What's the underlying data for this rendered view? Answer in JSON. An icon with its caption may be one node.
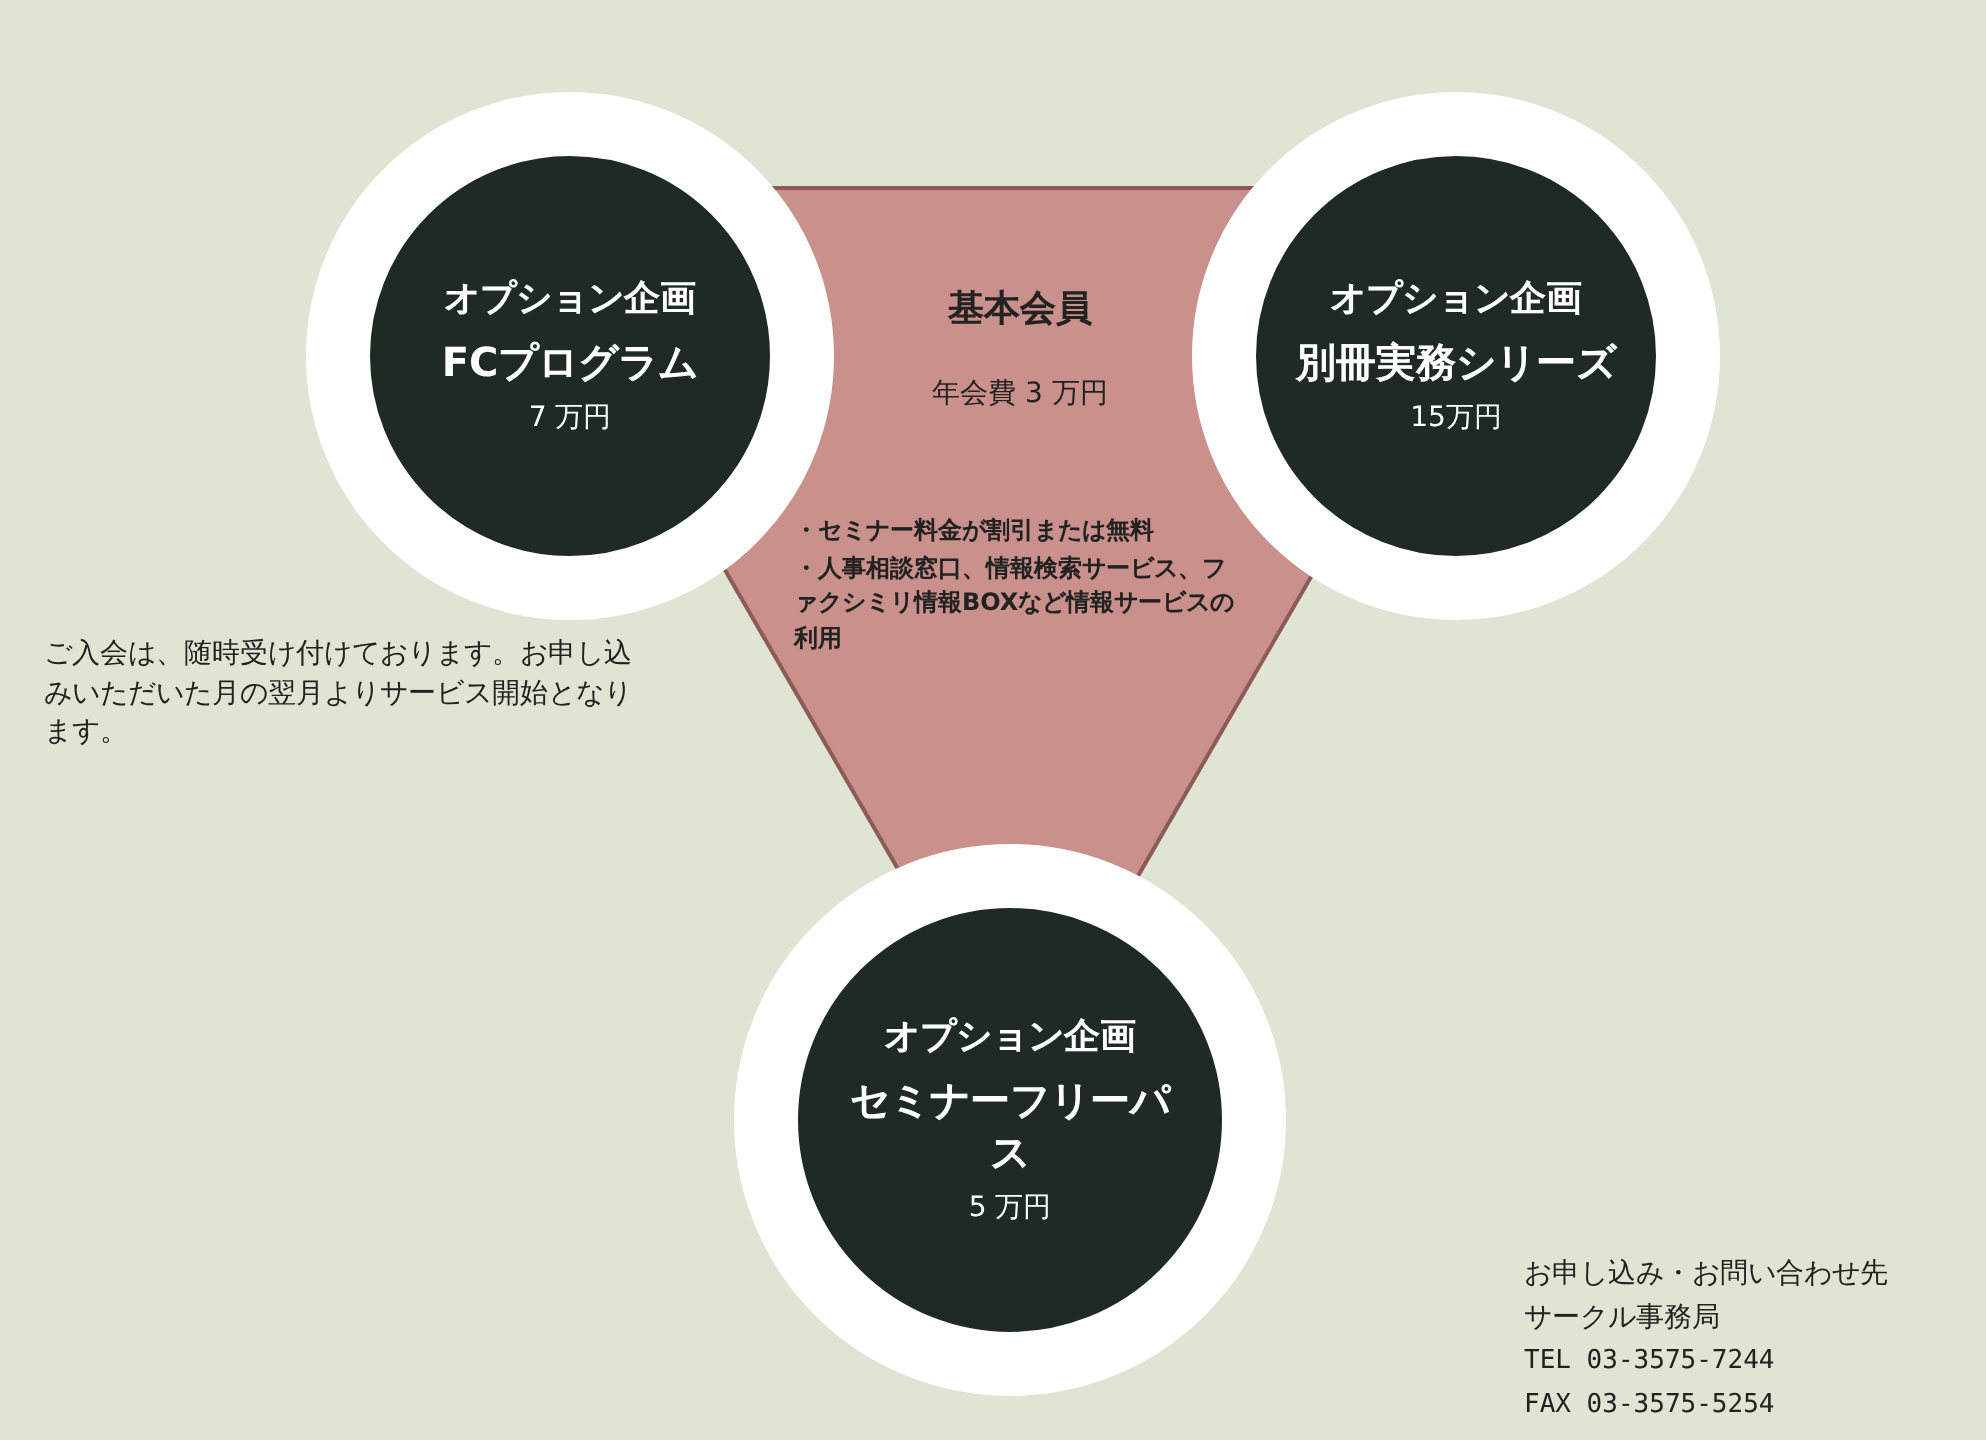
{
  "diagram": {
    "nodes": [
      {
        "text": [
          "基本会員",
          "年会費 3 万円",
          "・セミナー料金が割引または無料",
          "・人事相談窓口、情報検索サービス、ファクシミリ情報BOXなど情報サービスの利用"
        ]
      },
      {
        "text": [
          "オプション企画",
          "FCプログラム",
          "7 万円"
        ]
      },
      {
        "text": [
          "オプション企画",
          "別冊実務シリーズ",
          "15万円"
        ]
      },
      {
        "text": [
          "オプション企画",
          "セミナーフリーパス",
          "5 万円"
        ]
      }
    ],
    "labels": [
      "ご入会は、随時受け付けております。お申し込みいただいた月の翌月よりサービス開始となります。",
      "お申し込み・お問い合わせ先",
      "サークル事務局",
      "TEL 03-3575-7244",
      "FAX 03-3575-5254"
    ]
  }
}
